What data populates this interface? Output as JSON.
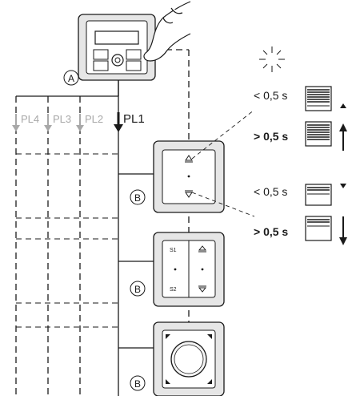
{
  "labels": {
    "device_a": "A",
    "device_b": "B",
    "pl1": "PL1",
    "pl2": "PL2",
    "pl3": "PL3",
    "pl4": "PL4",
    "s1": "S1",
    "s2": "S2",
    "short_press": "< 0,5 s",
    "long_press": "> 0,5 s"
  },
  "icons": {
    "sun": "sun-dashed-icon",
    "blind_up": "blind-up-icon",
    "blind_down": "blind-down-icon",
    "hand": "hand-pressing-icon"
  },
  "colors": {
    "line": "#1a1a1a",
    "gray_arrow": "#a8a8a8",
    "frame_fill": "#e6e6e6",
    "panel_fill": "#ffffff"
  }
}
